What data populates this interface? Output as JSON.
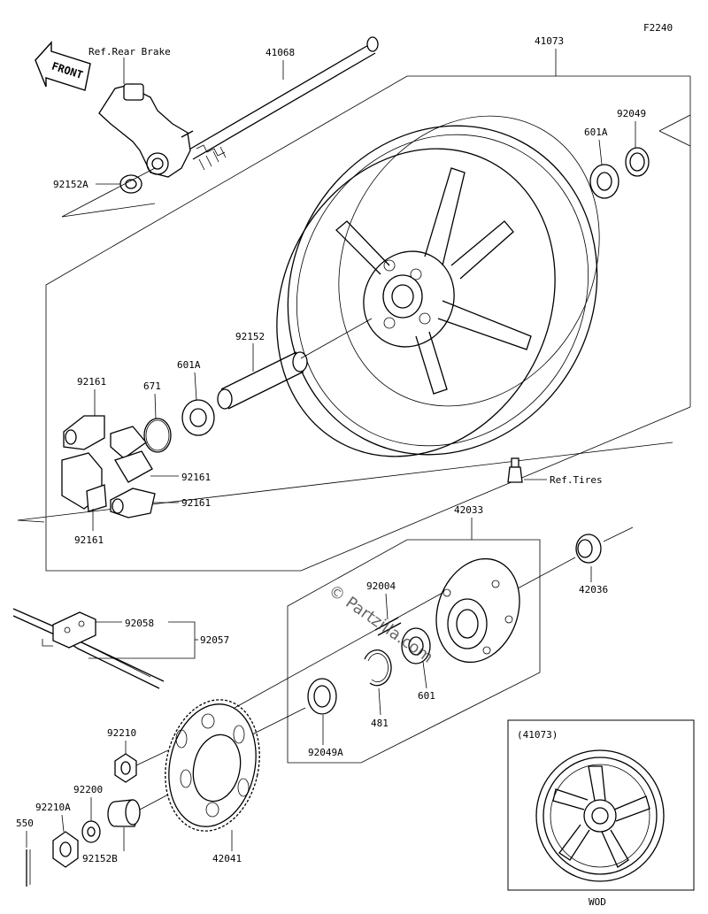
{
  "diagram_id": "F2240",
  "front_label": "FRONT",
  "watermark": "© Partzilla.com",
  "labels": {
    "p41068": "41068",
    "p41073": "41073",
    "ref_rear_brake": "Ref.Rear Brake",
    "p92152A": "92152A",
    "p601A_top": "601A",
    "p92049": "92049",
    "p92152": "92152",
    "p92161_a": "92161",
    "p671": "671",
    "p601A_mid": "601A",
    "p92161_b": "92161",
    "p92161_c": "92161",
    "p92161_d": "92161",
    "ref_tires": "Ref.Tires",
    "p42033": "42033",
    "p92004": "92004",
    "p42036": "42036",
    "p92058": "92058",
    "p92057": "92057",
    "p601": "601",
    "p481": "481",
    "p92049A": "92049A",
    "p92210": "92210",
    "p92200": "92200",
    "p92210A": "92210A",
    "p550": "550",
    "p92152B": "92152B",
    "p42041": "42041"
  },
  "inset": {
    "title": "(41073)",
    "caption": "WOD"
  }
}
